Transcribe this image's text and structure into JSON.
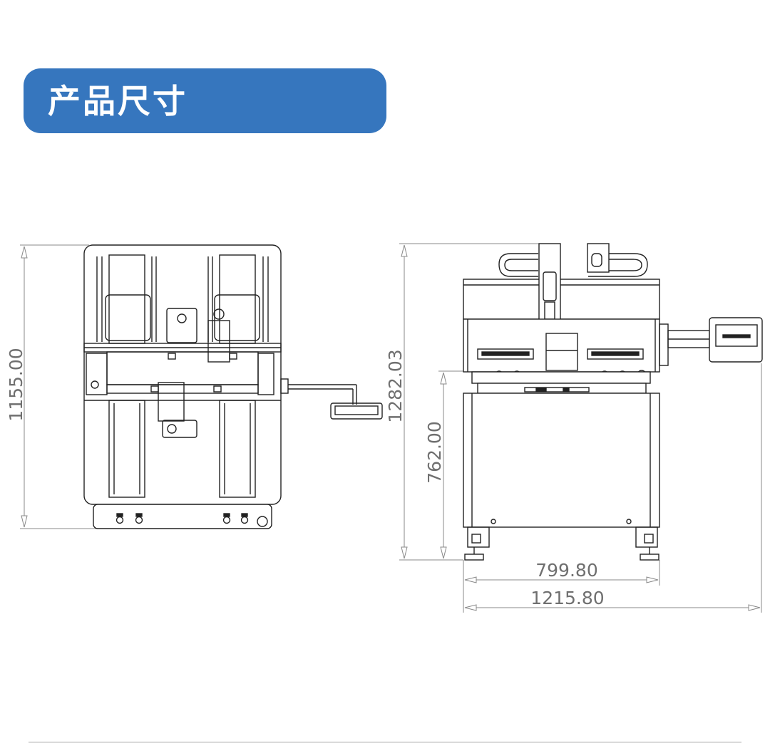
{
  "banner": {
    "title": "产品尺寸",
    "color": "#3676be"
  },
  "dimensions": {
    "top_view_height": "1155.00",
    "side_view_height": "1282.03",
    "work_height": "762.00",
    "frame_width": "799.80",
    "overall_width": "1215.80"
  },
  "views": [
    "top-view",
    "side-view"
  ]
}
